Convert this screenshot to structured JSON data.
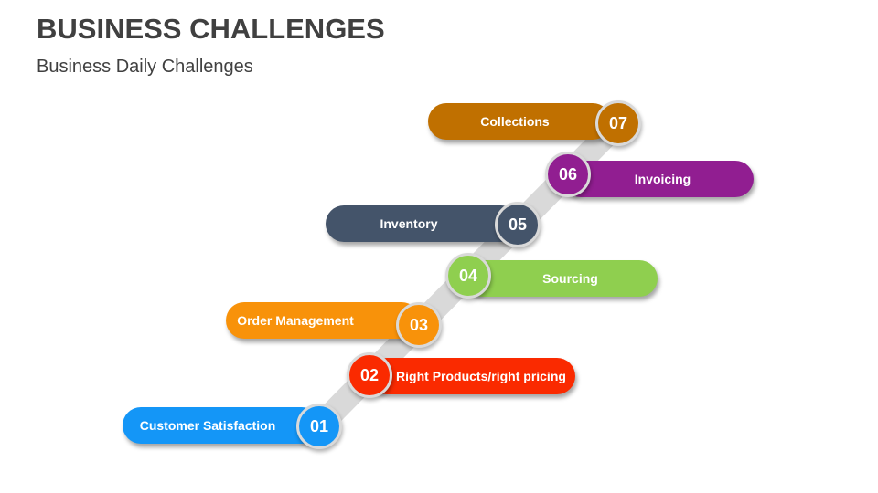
{
  "header": {
    "title": "BUSINESS CHALLENGES",
    "subtitle": "Business Daily Challenges"
  },
  "steps": [
    {
      "number": "01",
      "label": "Customer Satisfaction",
      "color": "#1496F7"
    },
    {
      "number": "02",
      "label": "Right Products/right pricing",
      "color": "#FA2A00"
    },
    {
      "number": "03",
      "label": "Order Management",
      "color": "#F8920A"
    },
    {
      "number": "04",
      "label": "Sourcing",
      "color": "#8FCF4F"
    },
    {
      "number": "05",
      "label": "Inventory",
      "color": "#44546A"
    },
    {
      "number": "06",
      "label": "Invoicing",
      "color": "#911E91"
    },
    {
      "number": "07",
      "label": "Collections",
      "color": "#C07000"
    }
  ],
  "colors": {
    "track": "#D9D9D9",
    "ring": "#D9D9D9",
    "title_text": "#404040"
  }
}
